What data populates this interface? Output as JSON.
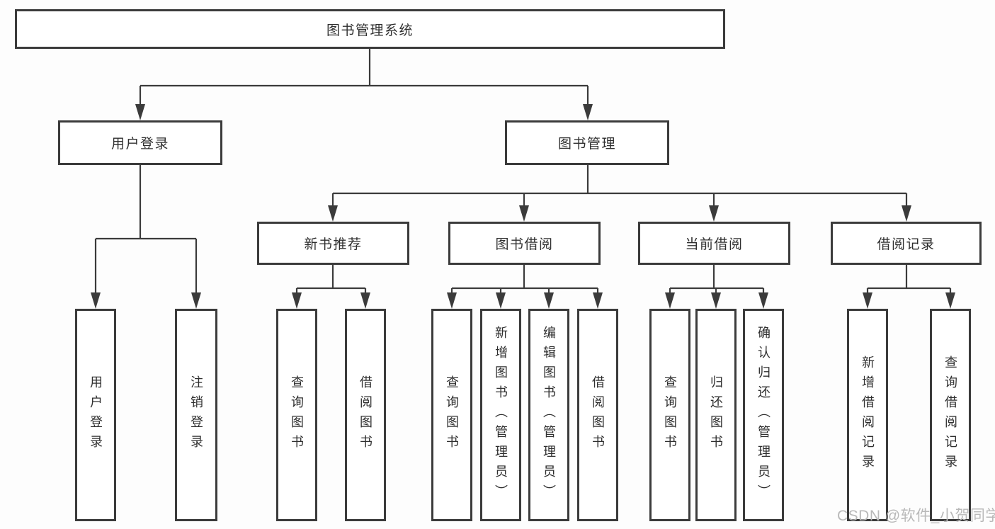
{
  "nodes": {
    "root": "图书管理系统",
    "l2": [
      "用户登录",
      "图书管理"
    ],
    "l3": [
      "新书推荐",
      "图书借阅",
      "当前借阅",
      "借阅记录"
    ],
    "leaves": {
      "user_login": [
        "用户登录",
        "注销登录"
      ],
      "new_book_recommend": [
        "查询图书",
        "借阅图书"
      ],
      "book_borrow": [
        "查询图书",
        "新增图书（管理员）",
        "编辑图书（管理员）",
        "借阅图书"
      ],
      "current_borrow": [
        "查询图书",
        "归还图书",
        "确认归还（管理员）"
      ],
      "borrow_records": [
        "新增借阅记录",
        "查询借阅记录"
      ]
    }
  },
  "colors": {
    "line": "#3b3b3b",
    "text": "#2f2f2f",
    "background": "#fdfdfd",
    "watermark": "#b9b9b9"
  },
  "watermark": {
    "text": "CSDN @软件_小贺同学"
  }
}
